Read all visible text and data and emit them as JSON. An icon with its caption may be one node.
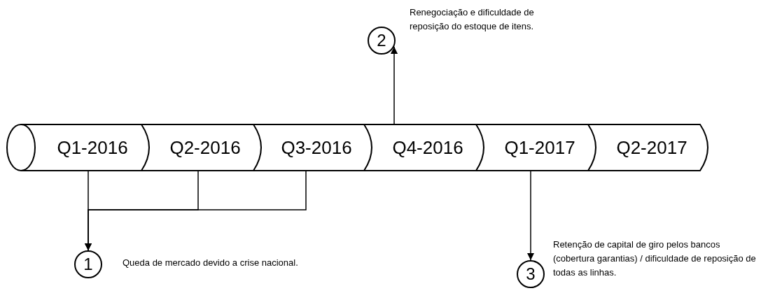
{
  "diagram": {
    "nodes": [
      {
        "text": [
          "Q1-2016"
        ]
      },
      {
        "text": [
          "Q2-2016"
        ]
      },
      {
        "text": [
          "Q3-2016"
        ]
      },
      {
        "text": [
          "Q4-2016"
        ]
      },
      {
        "text": [
          "Q1-2017"
        ]
      },
      {
        "text": [
          "Q2-2017"
        ]
      },
      {
        "text": [
          "2"
        ],
        "beside": [
          "Renegociação e dificuldade de reposição do estoque de itens."
        ]
      },
      {
        "text": [
          "1"
        ],
        "beside": [
          "Queda de mercado devido a crise nacional."
        ]
      },
      {
        "text": [
          "3"
        ],
        "beside": [
          "Retenção de capital de giro pelos bancos (cobertura garantias) / dificuldade de reposição de todas as linhas."
        ]
      }
    ],
    "edges": [
      {
        "from": 0,
        "to": 7,
        "arrow": "to"
      },
      {
        "from": 1,
        "to": 7,
        "arrow": "to"
      },
      {
        "from": 2,
        "to": 7,
        "arrow": "to"
      },
      {
        "from": 3,
        "to": 6,
        "arrow": "to"
      },
      {
        "from": 4,
        "to": 8,
        "arrow": "to"
      }
    ]
  }
}
